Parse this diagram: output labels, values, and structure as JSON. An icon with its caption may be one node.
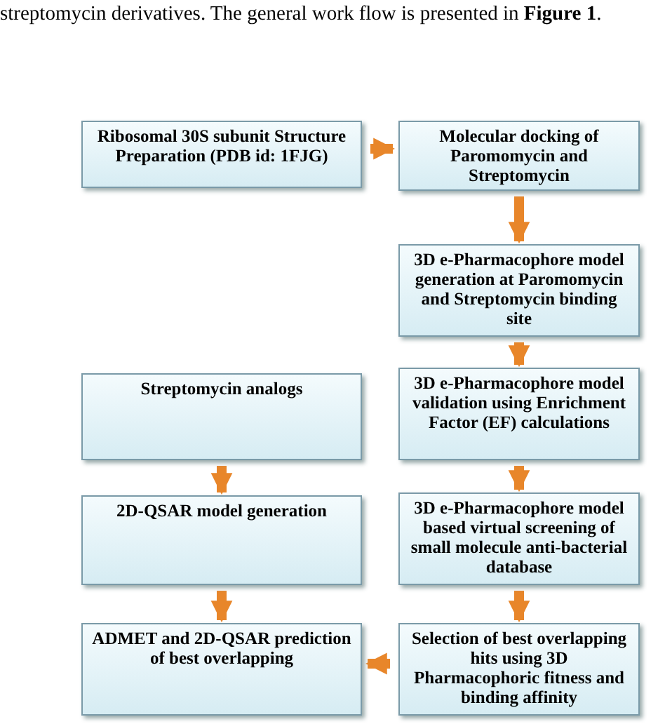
{
  "diagram": {
    "nodes": [
      {
        "text": [
          "Ribosomal 30S subunit Structure Preparation (PDB id: 1FJG)"
        ]
      },
      {
        "text": [
          "Molecular docking of Paromomycin and Streptomycin"
        ]
      },
      {
        "text": [
          "3D e-Pharmacophore model generation at Paromomycin and Streptomycin binding site"
        ]
      },
      {
        "text": [
          "3D e-Pharmacophore model validation using Enrichment Factor (EF) calculations"
        ]
      },
      {
        "text": [
          "Streptomycin analogs"
        ]
      },
      {
        "text": [
          "3D e-Pharmacophore model based virtual screening of small molecule anti-bacterial database"
        ]
      },
      {
        "text": [
          "2D-QSAR model generation"
        ]
      },
      {
        "text": [
          "Selection of best overlapping hits using 3D Pharmacophoric fitness and binding affinity"
        ]
      },
      {
        "text": [
          "ADMET and 2D-QSAR prediction of best overlapping"
        ]
      }
    ],
    "edges": [
      {
        "from": 0,
        "to": 1,
        "arrow": "to"
      },
      {
        "from": 1,
        "to": 2,
        "arrow": "to"
      },
      {
        "from": 2,
        "to": 3,
        "arrow": "to"
      },
      {
        "from": 3,
        "to": 5,
        "arrow": "to"
      },
      {
        "from": 5,
        "to": 7,
        "arrow": "to"
      },
      {
        "from": 7,
        "to": 8,
        "arrow": "to"
      },
      {
        "from": 4,
        "to": 6,
        "arrow": "to"
      },
      {
        "from": 6,
        "to": 8,
        "arrow": "to"
      }
    ],
    "labels": [
      "streptomycin derivatives. The general work flow is presented in **Figure 1**."
    ]
  }
}
